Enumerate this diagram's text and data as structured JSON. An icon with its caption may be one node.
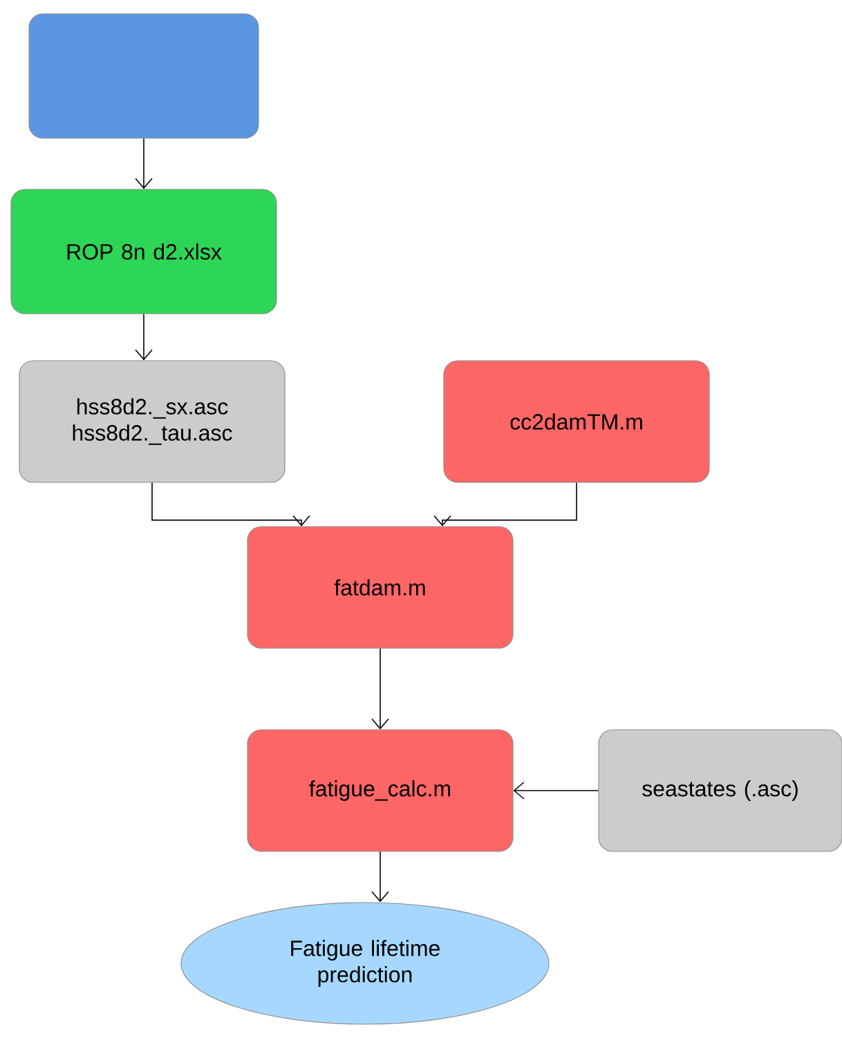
{
  "diagram": {
    "nodes": [
      {
        "text": [],
        "shape": "box"
      },
      {
        "text": [
          "ROP 8n d2.xlsx"
        ]
      },
      {
        "text": [
          "hss8d2._sx.asc",
          "hss8d2._tau.asc"
        ]
      },
      {
        "text": [
          "cc2damTM.m"
        ]
      },
      {
        "text": [
          "fatdam.m"
        ]
      },
      {
        "text": [
          "fatigue_calc.m"
        ]
      },
      {
        "text": [
          "seastates (.asc)"
        ]
      },
      {
        "text": [
          "Fatigue lifetime prediction"
        ]
      }
    ],
    "edges": [
      {
        "from": 0,
        "to": 1,
        "arrow": "to"
      },
      {
        "from": 1,
        "to": 2,
        "arrow": "to"
      },
      {
        "from": 2,
        "to": 4,
        "arrow": "to"
      },
      {
        "from": 3,
        "to": 4,
        "arrow": "to"
      },
      {
        "from": 4,
        "to": 5,
        "arrow": "to"
      },
      {
        "from": 6,
        "to": 5,
        "arrow": "to"
      },
      {
        "from": 5,
        "to": 7,
        "arrow": "to"
      }
    ]
  }
}
